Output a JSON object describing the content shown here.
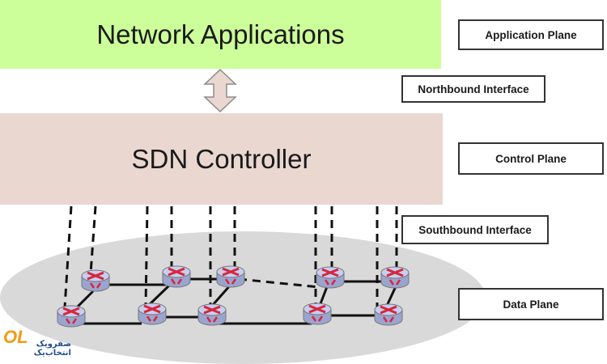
{
  "blocks": {
    "applications": "Network Applications",
    "controller": "SDN Controller"
  },
  "plane_labels": {
    "application_plane": "Application Plane",
    "northbound_interface": "Northbound Interface",
    "control_plane": "Control Plane",
    "southbound_interface": "Southbound Interface",
    "data_plane": "Data Plane"
  },
  "colors": {
    "applications_fill": "#ccff99",
    "controller_fill": "#ead7d0",
    "data_plane_fill": "#d9d9d9",
    "arrow_fill": "#ead7d0",
    "router_body": "#b9c3e6",
    "router_cross": "#d7263d"
  },
  "icons": {
    "router": "router-icon",
    "double_arrow": "double-arrow-icon"
  },
  "watermark": {
    "mark": "OL",
    "text": "صفرویک انتخاب‌یک"
  }
}
